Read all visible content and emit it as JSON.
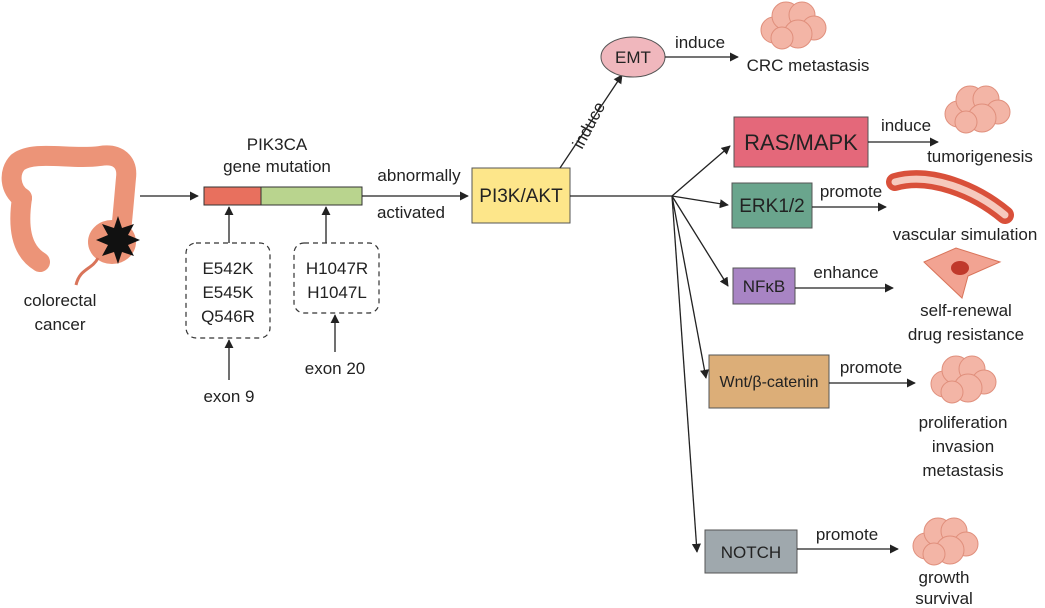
{
  "colors": {
    "colon": "#ec9478",
    "colon_shade": "#d9745a",
    "exon9_segment": "#e8705e",
    "exon20_segment": "#b9d48e",
    "pi3k_akt": "#fde68a",
    "emt": "#f0b7bd",
    "ras_mapk": "#e4687a",
    "erk": "#6aa58d",
    "nfkb": "#a884c4",
    "wnt": "#dcae78",
    "notch": "#9fa8ad",
    "tumor": "#f3b5a6",
    "vessel": "#d9503a",
    "cell": "#f2a392"
  },
  "icons": {
    "colon": "colon-icon",
    "tumor_mark": "tumor-star-icon",
    "tumor_cluster": "tumor-cluster-icon",
    "vessel": "blood-vessel-icon",
    "stem_cell": "cancer-stem-cell-icon"
  },
  "left": {
    "organ_label_1": "colorectal",
    "organ_label_2": "cancer"
  },
  "gene": {
    "title_1": "PIK3CA",
    "title_2": "gene mutation",
    "exon9": {
      "mutations": [
        "E542K",
        "E545K",
        "Q546R"
      ],
      "label": "exon 9"
    },
    "exon20": {
      "mutations": [
        "H1047R",
        "H1047L"
      ],
      "label": "exon 20"
    }
  },
  "activation": {
    "above": "abnormally",
    "below": "activated"
  },
  "pi3k": {
    "label": "PI3K/AKT"
  },
  "emt_branch": {
    "edge_label": "induce",
    "node": "EMT",
    "verb": "induce",
    "outcome": "CRC metastasis"
  },
  "pathways": [
    {
      "name": "RAS/MAPK",
      "verb": "induce",
      "outcome": [
        "tumorigenesis"
      ]
    },
    {
      "name": "ERK1/2",
      "verb": "promote",
      "outcome": [
        "vascular simulation"
      ]
    },
    {
      "name": "NFκB",
      "verb": "enhance",
      "outcome": [
        "self-renewal",
        "drug resistance"
      ]
    },
    {
      "name": "Wnt/β-catenin",
      "verb": "promote",
      "outcome": [
        "proliferation",
        "invasion",
        "metastasis"
      ]
    },
    {
      "name": "NOTCH",
      "verb": "promote",
      "outcome": [
        "growth",
        "survival"
      ]
    }
  ]
}
